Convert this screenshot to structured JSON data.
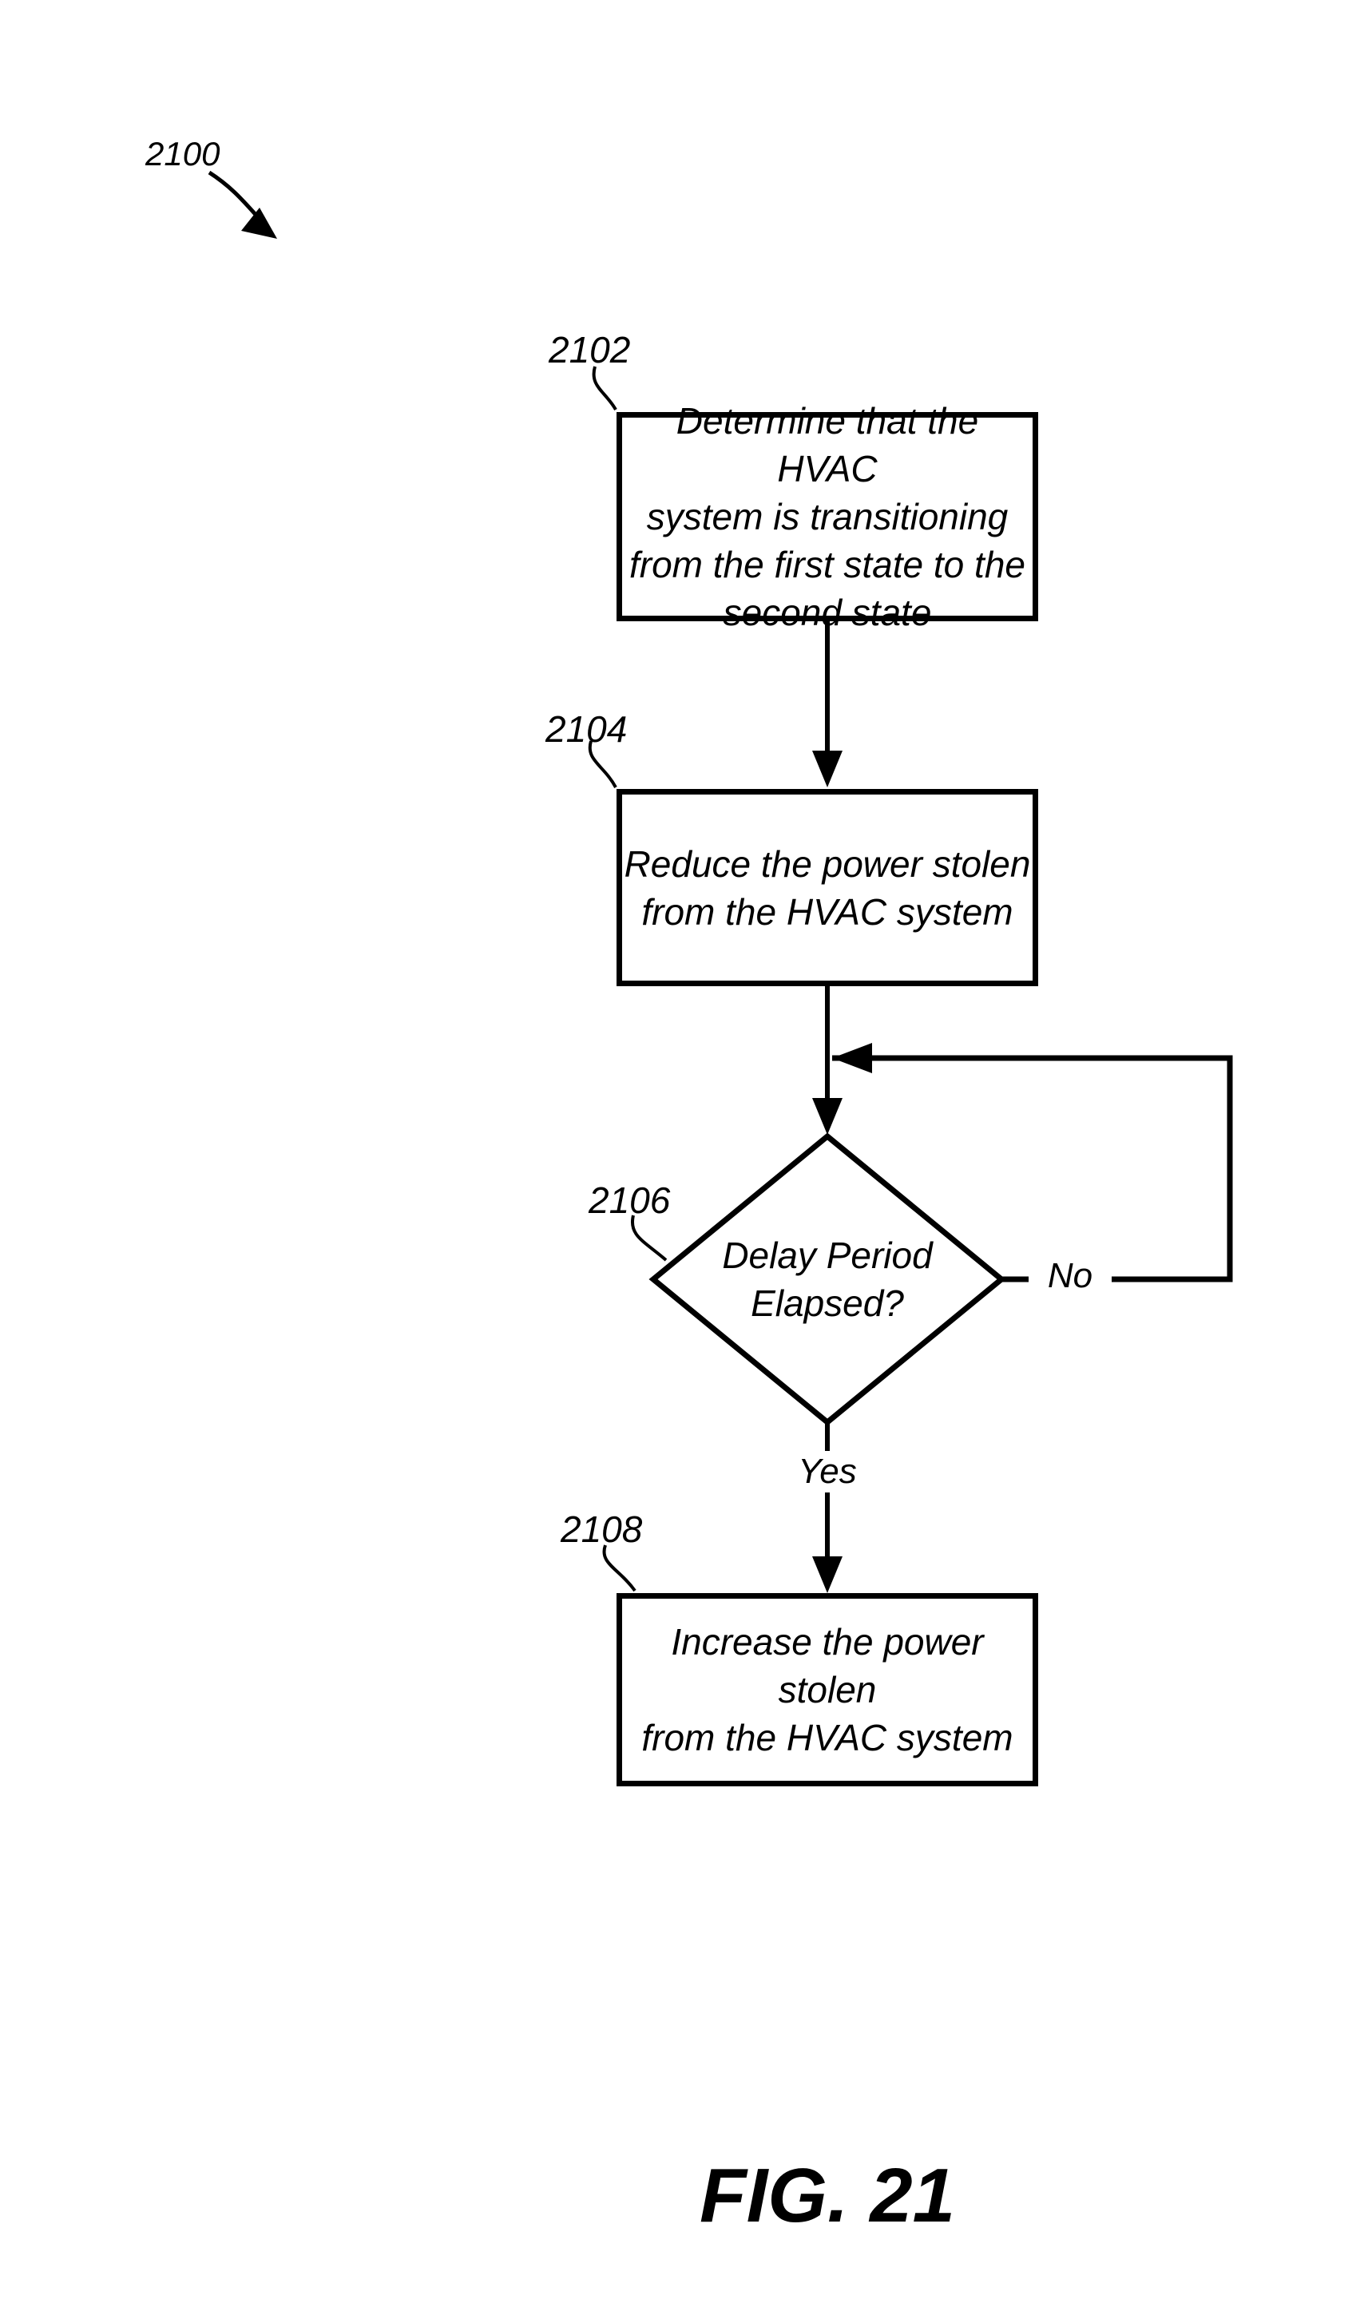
{
  "figure": {
    "id_label": "2100",
    "caption": "FIG. 21",
    "nodes": {
      "step1": {
        "ref": "2102",
        "text": "Determine that the HVAC\nsystem is transitioning\nfrom the first state to the\nsecond state"
      },
      "step2": {
        "ref": "2104",
        "text": "Reduce the power stolen\nfrom the HVAC system"
      },
      "decision": {
        "ref": "2106",
        "text": "Delay Period\nElapsed?"
      },
      "step3": {
        "ref": "2108",
        "text": "Increase the power stolen\nfrom the HVAC system"
      }
    },
    "branches": {
      "no": "No",
      "yes": "Yes"
    },
    "colors": {
      "ink": "#000000",
      "paper": "#ffffff"
    }
  }
}
